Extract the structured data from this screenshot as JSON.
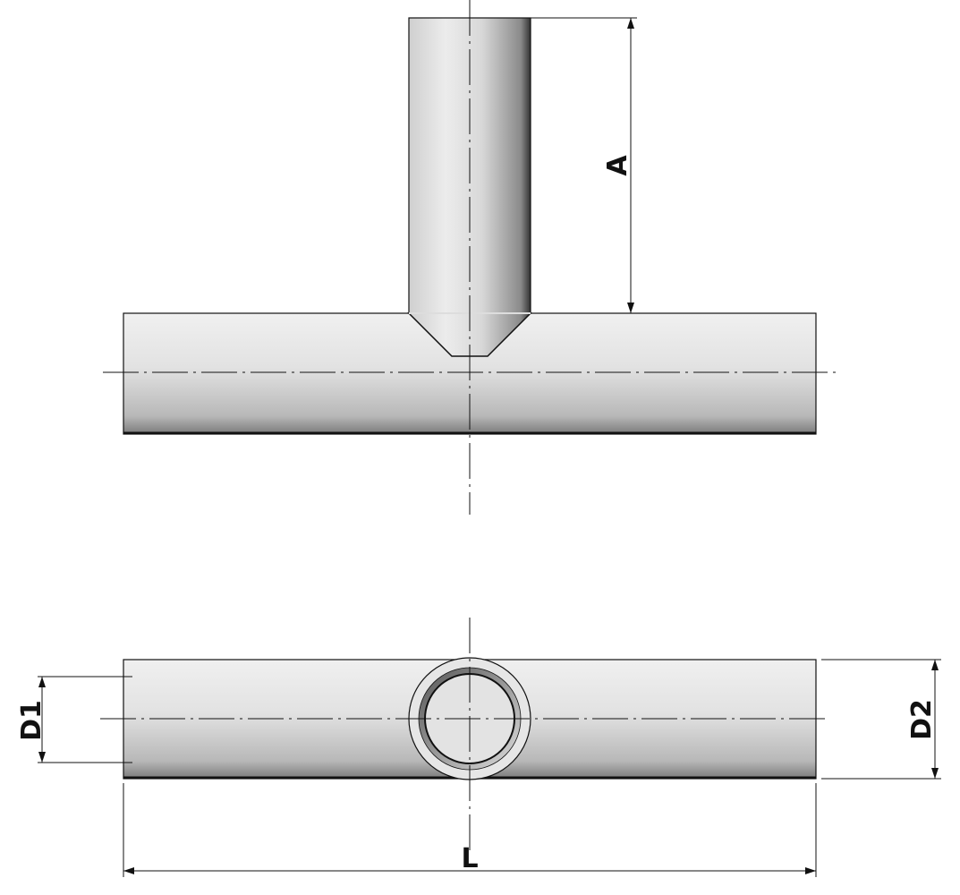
{
  "drawing": {
    "views": [
      "front-view",
      "top-view"
    ],
    "dimensions": {
      "branch_height": "A",
      "run_diameter_inner": "D1",
      "run_diameter_outer": "D2",
      "length": "L"
    },
    "colors": {
      "line": "#111111",
      "pipe_light": "#e6e6e6",
      "pipe_dark": "#8a8a8a"
    }
  }
}
